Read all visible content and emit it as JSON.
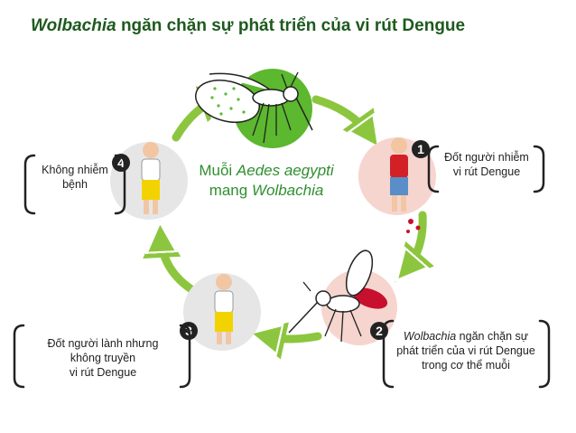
{
  "title": {
    "italic": "Wolbachia",
    "rest": " ngăn chặn sự phát triển của vi rút Dengue"
  },
  "center_label": {
    "line1_prefix": "Muỗi ",
    "line1_italic": "Aedes aegypti",
    "line2_prefix": "mang ",
    "line2_italic": "Wolbachia"
  },
  "steps": [
    {
      "number": "1",
      "lines": [
        "Đốt người nhiễm",
        "vi rút Dengue"
      ]
    },
    {
      "number": "2",
      "italic": "Wolbachia",
      "first_rest": " ngăn chặn sự",
      "lines": [
        "phát triển của vi rút Dengue",
        "trong cơ thể muỗi"
      ]
    },
    {
      "number": "3",
      "lines": [
        "Đốt người lành nhưng",
        "không truyền",
        "vi rút Dengue"
      ]
    },
    {
      "number": "4",
      "lines": [
        "Không nhiễm",
        "bệnh"
      ]
    }
  ],
  "colors": {
    "title_green": "#1e5a1e",
    "label_green": "#2f8f2f",
    "arrow_green": "#8cc63f",
    "mosquito_circle": "#5cb82e",
    "infected_circle": "#f6d5cf",
    "neutral_circle": "#e6e6e6",
    "blood_red": "#c8102e"
  }
}
